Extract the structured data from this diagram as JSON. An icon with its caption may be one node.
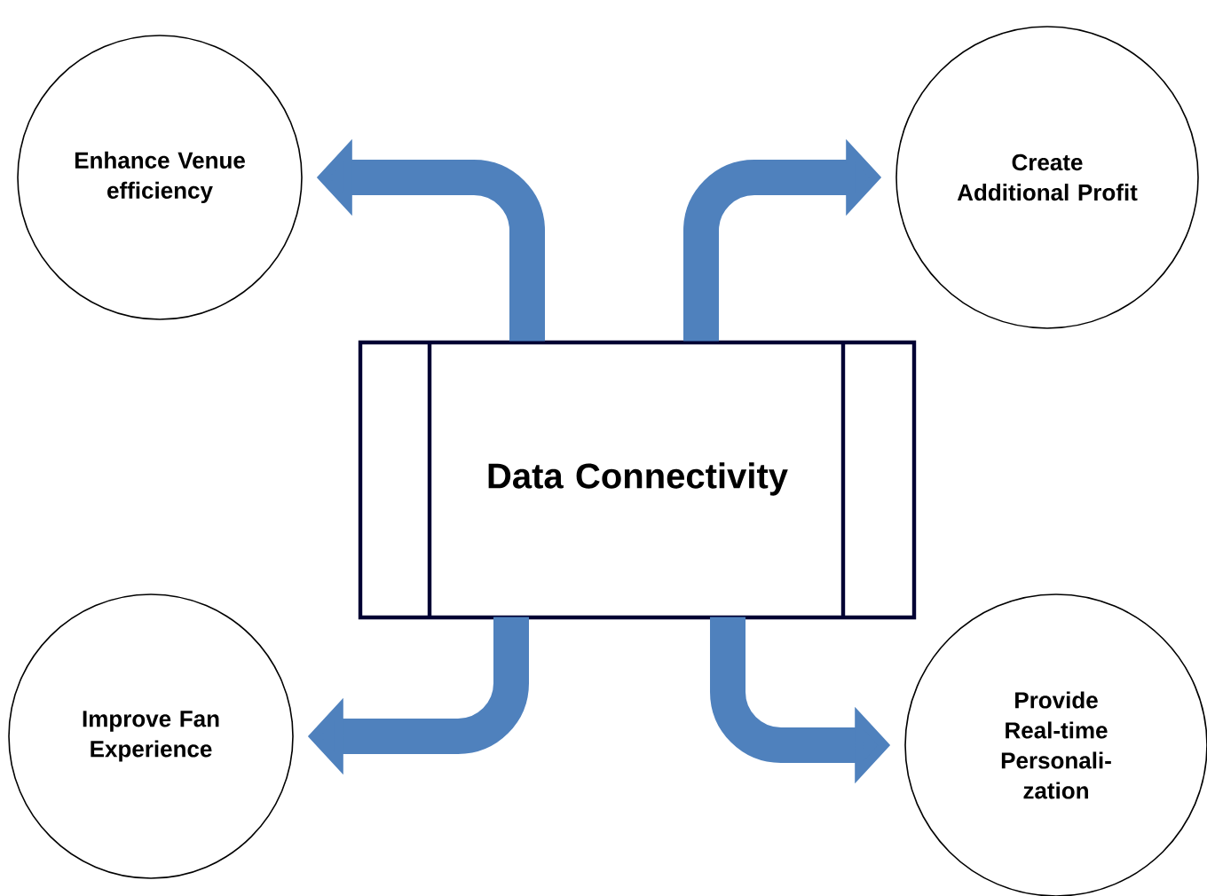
{
  "diagram": {
    "nodes": [
      {
        "text": [
          "Enhance Venue efficiency"
        ]
      },
      {
        "text": [
          "Create Additional Profit"
        ]
      },
      {
        "text": [
          "Data Connectivity"
        ]
      },
      {
        "text": [
          "Improve Fan Experience"
        ]
      },
      {
        "text": [
          "Provide Real-time Personali- zation"
        ]
      }
    ],
    "edges": [
      {
        "from": 2,
        "to": 0,
        "arrow": "to"
      },
      {
        "from": 2,
        "to": 1,
        "arrow": "to"
      },
      {
        "from": 2,
        "to": 3,
        "arrow": "to"
      },
      {
        "from": 2,
        "to": 4,
        "arrow": "to"
      }
    ]
  }
}
